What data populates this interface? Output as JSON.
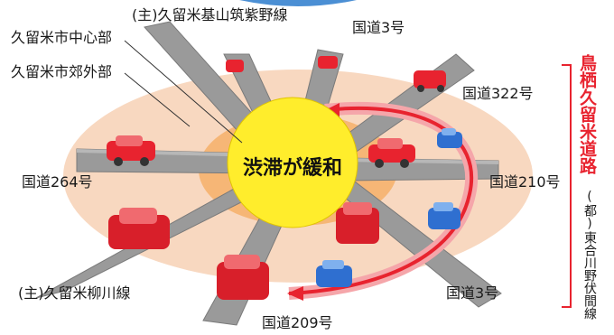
{
  "center": {
    "label": "渋滞が緩和"
  },
  "zones": {
    "center": "久留米市中心部",
    "suburb": "久留米市郊外部"
  },
  "roads": {
    "top_prefectural": "(主)久留米基山筑紫野線",
    "route3_north": "国道3号",
    "route322": "国道322号",
    "route210": "国道210号",
    "route264": "国道264号",
    "yanagawa": "(主)久留米柳川線",
    "route3_south": "国道3号",
    "route209": "国道209号"
  },
  "bypass": {
    "label": "鳥栖久留米道路",
    "other_label": "(都)東合川野伏間線"
  },
  "colors": {
    "outer_zone": "#f8d8c0",
    "inner_zone": "#f6b676",
    "center_circle": "#ffed2c",
    "road": "#9a9a9a",
    "bypass_red": "#e8232f",
    "label_red": "#e8232f"
  }
}
